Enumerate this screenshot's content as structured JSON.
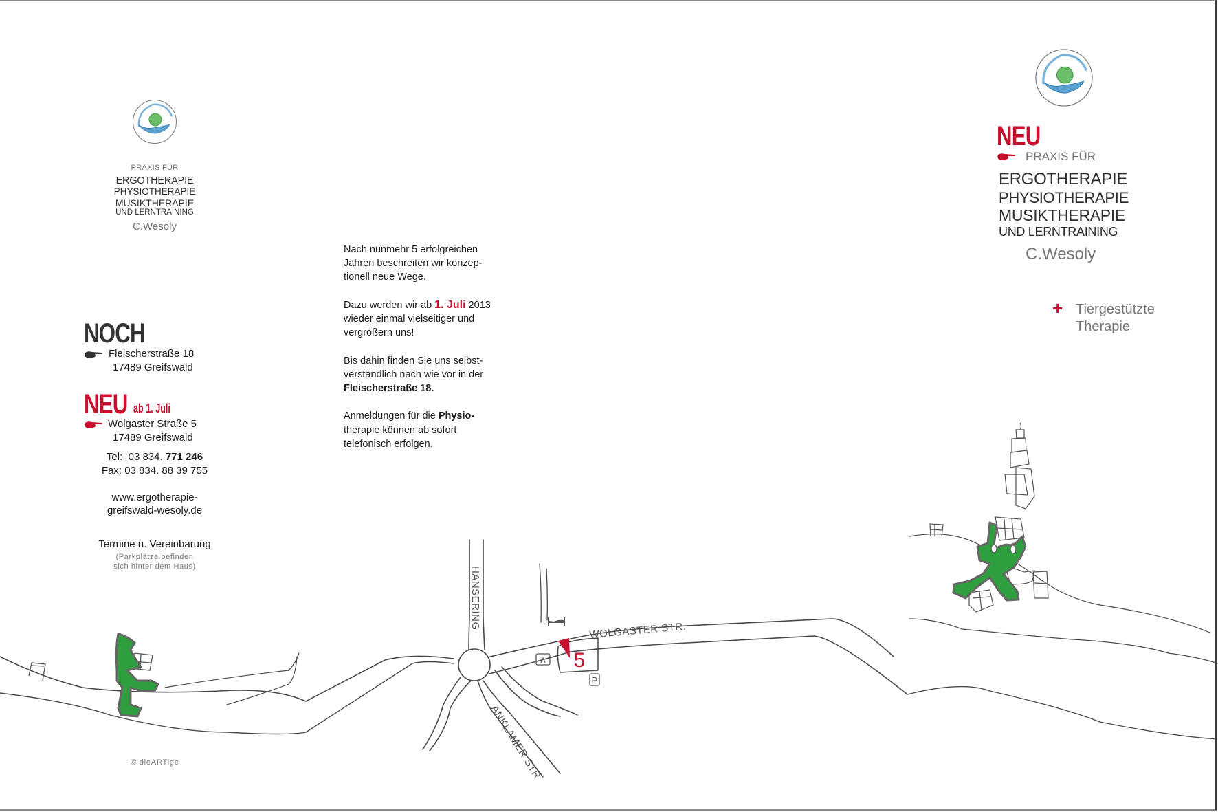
{
  "brand": {
    "praxis_label": "PRAXIS FÜR",
    "services": [
      "ERGOTHERAPIE",
      "PHYSIOTHERAPIE",
      "MUSIKTHERAPIE",
      "UND LERNTRAINING"
    ],
    "owner": "C.Wesoly",
    "colors": {
      "accent_red": "#c8102e",
      "frog_green": "#2e9e3e",
      "logo_blue": "#5aa0d0",
      "text_gray": "#777777"
    }
  },
  "left_panel": {
    "old_address": {
      "heading": "NOCH",
      "icon": "pointing-hand-icon",
      "street": "Fleischerstraße 18",
      "city": "17489 Greifswald"
    },
    "new_address": {
      "heading": "NEU",
      "subheading": "ab 1. Juli",
      "icon": "pointing-hand-icon",
      "street": "Wolgaster Straße 5",
      "city": "17489 Greifswald"
    },
    "contact": {
      "tel_label": "Tel:",
      "tel_prefix": "03 834.",
      "tel_number": "771 246",
      "fax_label": "Fax:",
      "fax_number": "03 834. 88 39 755",
      "website_line1": "www.ergotherapie-",
      "website_line2": "greifswald-wesoly.de",
      "appointments": "Termine n. Vereinbarung",
      "parking_line1": "(Parkplätze befinden",
      "parking_line2": "sich hinter dem Haus)"
    },
    "copyright": "© dieARTige"
  },
  "center_text": {
    "p1": "Nach nunmehr 5 erfolgreichen Jahren beschreiten wir konzep-tionell neue Wege.",
    "p1_lines": [
      "Nach nunmehr 5 erfolgreichen",
      "Jahren beschreiten wir konzep-",
      "tionell neue Wege."
    ],
    "p2_before": "Dazu werden wir ab ",
    "p2_date": "1. Juli",
    "p2_year": " 2013",
    "p2_lines": [
      "wieder einmal vielseitiger und",
      "vergrößern uns!"
    ],
    "p3_lines": [
      "Bis dahin finden Sie uns selbst-",
      "verständlich nach wie vor in der"
    ],
    "p3_bold": "Fleischerstraße 18.",
    "p4_before": "Anmeldungen für die ",
    "p4_bold": "Physio-",
    "p4_lines": [
      "therapie können ab sofort",
      "telefonisch erfolgen."
    ]
  },
  "right_panel": {
    "heading": "NEU",
    "icon": "pointing-hand-icon",
    "extra_icon": "plus-icon",
    "extra_line1": "Tiergestützte",
    "extra_line2": "Therapie"
  },
  "map": {
    "streets": [
      "HANSERING",
      "WOLGASTER STR.",
      "ANKLAMER STR"
    ],
    "destination_number": "5",
    "markers": [
      "hotel-bed-icon",
      "pharmacy-icon",
      "parking-icon",
      "location-pointer-icon"
    ],
    "pharmacy_label": "A",
    "parking_label": "P"
  }
}
